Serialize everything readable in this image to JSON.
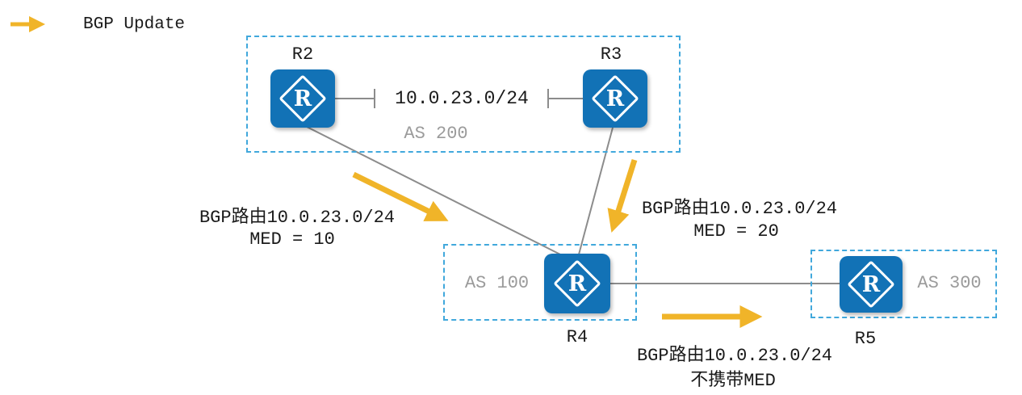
{
  "legend": {
    "label": "BGP Update"
  },
  "router_glyph": "R",
  "groups": {
    "as200": {
      "label": "AS 200",
      "link_label": "10.0.23.0/24",
      "router_left": "R2",
      "router_right": "R3"
    },
    "as100": {
      "label": "AS 100",
      "router": "R4"
    },
    "as300": {
      "label": "AS 300",
      "router": "R5"
    }
  },
  "updates": {
    "from_r2": {
      "line1": "BGP路由10.0.23.0/24",
      "line2": "MED = 10"
    },
    "from_r3": {
      "line1": "BGP路由10.0.23.0/24",
      "line2": "MED = 20"
    },
    "from_r4": {
      "line1": "BGP路由10.0.23.0/24",
      "line2": "不携带MED"
    }
  },
  "colors": {
    "router_blue": "#1272B6",
    "arrow_yellow": "#F0B429",
    "dashed_border": "#41A8DC",
    "line_gray": "#8C8C8C",
    "as_text_gray": "#9B9B9B"
  }
}
